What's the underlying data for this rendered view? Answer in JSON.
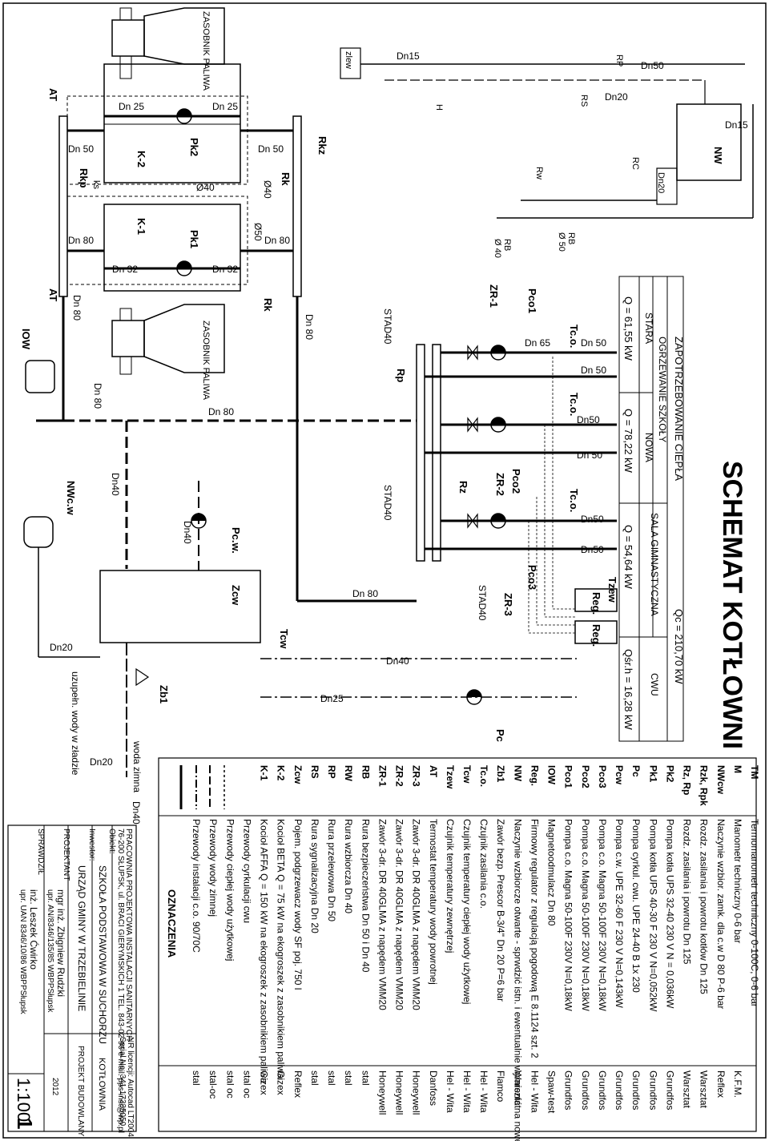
{
  "title": "SCHEMAT KOTŁOWNI",
  "heat_demand": {
    "header": "ZAPOTRZEBOWANIE CIEPŁA",
    "total": "Qc = 210,70 kW",
    "school": "OGRZEWANIE SZKOŁY",
    "old": "STARA",
    "new": "NOWA",
    "gym": "SALA GIMNASTYCZNA",
    "cwu": "CWU",
    "q_old": "Q = 61,55 kW",
    "q_new": "Q = 78,22 kW",
    "q_gym": "Q = 54,64 kW",
    "q_cwu": "Qśr.h = 16,28 kW"
  },
  "components": {
    "zasobnik_1": "ZASOBNIK PALIWA",
    "zasobnik_2": "ZASOBNIK PALIWA",
    "k1": "K-1",
    "k2": "K-2",
    "pk1": "Pk1",
    "pk2": "Pk2",
    "at1": "AT",
    "at2": "AT",
    "rkp": "Rkp",
    "rk1": "Rk",
    "rk2": "Rk",
    "rkz": "Rkz",
    "iow": "IOW",
    "nwcw": "NWc.w",
    "zcw": "Zcw",
    "tcw": "Tcw",
    "pcw": "Pc.w.",
    "zb1": "Zb1",
    "zr1": "ZR-1",
    "zr2": "ZR-2",
    "zr3": "ZR-3",
    "pco1": "Pco1",
    "pco2": "Pco2",
    "pco3": "Pco3",
    "tco1": "Tc.o.",
    "tco2": "Tc.o.",
    "tco3": "Tc.o.",
    "tzew": "Tzew",
    "reg1": "Reg.",
    "reg2": "Reg.",
    "stad1": "STAD40",
    "stad2": "STAD40",
    "stad3": "STAD40",
    "rp": "Rp",
    "rz": "Rz",
    "nw": "NW",
    "rc": "RC",
    "rs": "RS",
    "rp2": "RP",
    "rb1": "RB",
    "rb2": "RB",
    "rw": "Rw",
    "pc": "Pc",
    "zlew": "zlew",
    "h": "H",
    "uzupelnienie": "uzupełn. wody w zładzie",
    "woda_zimna": "woda zimna"
  },
  "pipe_labels": {
    "dn25_a": "Dn 25",
    "dn25_b": "Dn 25",
    "dn50_a": "Dn 50",
    "dn50_b": "Dn 50",
    "dn80_a": "Dn 80",
    "dn80_b": "Dn 80",
    "dn32_a": "Dn 32",
    "dn32_b": "Dn 32",
    "d40_a": "Ø40",
    "d40_b": "Ø40",
    "d50_a": "Ø50",
    "d40_c": "Ø 40",
    "d50_c": "Ø 50",
    "dn80_c": "Dn 80",
    "dn80_d": "Dn 80",
    "dn80_e": "Dn 80",
    "dn80_f": "Dn 80",
    "dn80_g": "Dn 80",
    "dn40_a": "Dn40",
    "dn40_b": "Dn40",
    "dn40_c": "Dn40",
    "dn40_d": "Dn40",
    "dn20_a": "Dn20",
    "dn20_b": "Dn20",
    "dn20_c": "Dn20",
    "dn20_d": "Dn20",
    "dn25_c": "Dn25",
    "dn15_a": "Dn15",
    "dn15_b": "Dn15",
    "dn50_c": "Dn50",
    "dn65": "Dn 65",
    "dn50_d": "Dn 50",
    "dn50_e": "Dn 50",
    "dn50_f": "Dn50",
    "dn50_g": "Dn 50",
    "dn50_h": "Dn50",
    "dn50_i": "Dn50",
    "ks": "ks"
  },
  "legend": {
    "title": "OZNACZENIA",
    "rows": [
      {
        "sym": "TM",
        "desc": "Termomanometr techniczny 0-100C, 0-6 bar",
        "mfr": ""
      },
      {
        "sym": "M",
        "desc": "Manometr techniczny 0-6 bar",
        "mfr": "K.F.M."
      },
      {
        "sym": "NWcw",
        "desc": "Naczynie wzbior. zamk. dla c.w D 80  P-6 bar",
        "mfr": "Reflex"
      },
      {
        "sym": "Rzk, Rpk",
        "desc": "Rozdz. zasilania i powrotu kotłów Dn 125",
        "mfr": "Warsztat"
      },
      {
        "sym": "Rz, Rp",
        "desc": "Rozdz. zasilania i powrotu Dn 125",
        "mfr": "Warsztat"
      },
      {
        "sym": "Pk2",
        "desc": "Pompa kotła UPS 32-40  230 V N = 0,036kW",
        "mfr": "Grundfos"
      },
      {
        "sym": "Pk1",
        "desc": "Pompa kotła UPS 40-30 F 230 V N=0,052kW",
        "mfr": "Grundfos"
      },
      {
        "sym": "Pc",
        "desc": "Pompa cyrkul. cwu. UPE 24-40 B 1x 230",
        "mfr": "Grundfos"
      },
      {
        "sym": "Pcw",
        "desc": "Pompa c.w. UPE 32-60 F 230 V N=0,143kW",
        "mfr": "Grundfos"
      },
      {
        "sym": "Pco3",
        "desc": "Pompa c.o. Magna 50-100F 230V N=0,18kW",
        "mfr": "Grundfos"
      },
      {
        "sym": "Pco2",
        "desc": "Pompa c.o. Magna 50-100F 230V N=0,18kW",
        "mfr": "Grundfos"
      },
      {
        "sym": "Pco1",
        "desc": "Pompa c.o. Magna 50-100F 230V N=0,18kW",
        "mfr": "Grundfos"
      },
      {
        "sym": "IOW",
        "desc": "Magnetoodmulacz Dn 80",
        "mfr": "Spaw-test"
      },
      {
        "sym": "Reg.",
        "desc": "Firmowy regulator z regulacją pogodową E 8.1124  szt. 2",
        "mfr": "Hel - Wita"
      },
      {
        "sym": "NW",
        "desc": "Naczynie wzbiorcze otwarte - sprwdzić istn. i ewentualnie wymienić na nowe",
        "mfr": "Warsztat"
      },
      {
        "sym": "Zb1",
        "desc": "Zawór bezp. Prescor B-3/4\" Dn 20 P=6 bar",
        "mfr": "Flamco"
      },
      {
        "sym": "Tc.o.",
        "desc": "Czujnik zasilania c.o.",
        "mfr": "Hel - Wita"
      },
      {
        "sym": "Tcw",
        "desc": "Czujnik temperatury ciepłej wody użytkowej",
        "mfr": "Hel - Wita"
      },
      {
        "sym": "Tzew",
        "desc": "Czujnik temperatury zewnętrzej",
        "mfr": "Hel - Wita"
      },
      {
        "sym": "AT",
        "desc": "Termostat temperatury wody powrotnej",
        "mfr": "Danfoss"
      },
      {
        "sym": "ZR-3",
        "desc": "Zawór 3-dr. DR 40GLMA z napędem VMM20",
        "mfr": "Honeywell"
      },
      {
        "sym": "ZR-2",
        "desc": "Zawór 3-dr. DR 40GLMA z napędem VMM20",
        "mfr": "Honeywell"
      },
      {
        "sym": "ZR-1",
        "desc": "Zawór 3-dr. DR 40GLMA z napędem VMM20",
        "mfr": "Honeywell"
      },
      {
        "sym": "RB",
        "desc": "Rura bezpieczeństwa      Dn 50 i Dn 40",
        "mfr": "stal"
      },
      {
        "sym": "RW",
        "desc": "Rura wzbiorcza               Dn 40",
        "mfr": "stal"
      },
      {
        "sym": "RP",
        "desc": "Rura przelewowa              Dn 50",
        "mfr": "stal"
      },
      {
        "sym": "RS",
        "desc": "Rura sygnalizacyjna          Dn 20",
        "mfr": "stal"
      },
      {
        "sym": "Zcw",
        "desc": "Pojem. podgrzewacz wody  SF poj. 750 l",
        "mfr": "Reflex"
      },
      {
        "sym": "K-2",
        "desc": "Kocioł BETA Q = 75 kW na ekogroszek z zasobnikiem paliwa",
        "mfr": "Gizex"
      },
      {
        "sym": "K-1",
        "desc": "Kocioł AFFA Q = 150 kW na ekogroszek z zasobnikiem paliwa",
        "mfr": "Gizex"
      },
      {
        "sym": "",
        "desc": "Przewody cyrkulacji cwu",
        "mfr": "stal oc"
      },
      {
        "sym": "",
        "desc": "Przewody ciepłej wody użytkowej",
        "mfr": "stal oc"
      },
      {
        "sym": "",
        "desc": "Przewody wody zimnej",
        "mfr": "stal-oc"
      },
      {
        "sym": "",
        "desc": "Przewody instalacji c.o. 90/70C",
        "mfr": "stal"
      }
    ]
  },
  "titleblock": {
    "office_line1": "PRACOWNIA PROJEKTOWA INSTALACJI SANITARNYCH",
    "office_line2": "76-200 SŁUPSK, ul. BRACI GIERYMSKICH 1 TEL. 843-02-96  e-mail: pps-inst@wp.pl",
    "license": "NR licencji: Autocad LT2004",
    "serial": "Serial No. 341-17335050",
    "object_label": "Obiekt:",
    "object": "SZKOŁA PODSTAWOWA W SUCHORZU",
    "investor_label": "Inwestor:",
    "investor": "URZĄD GMINY W TRZEBIELINIE",
    "doc_type_1": "KOTŁOWNIA",
    "doc_type_2": "PROJEKT BUDOWLANY",
    "designer_label": "PROJEKTANT",
    "designer": "mgr inż. Zbigniew Rudzki",
    "designer_perm": "upr.  AN/8346/135/85 WBPPSłupsk",
    "checker_label": "SPRAWDZIŁ",
    "checker": "inż. Leszek Ćwirko",
    "checker_perm": "upr.  UAN 8346/10/86 WBPPSłupsk",
    "year": "2012",
    "scale": "1:100",
    "sheet_no": "1"
  }
}
